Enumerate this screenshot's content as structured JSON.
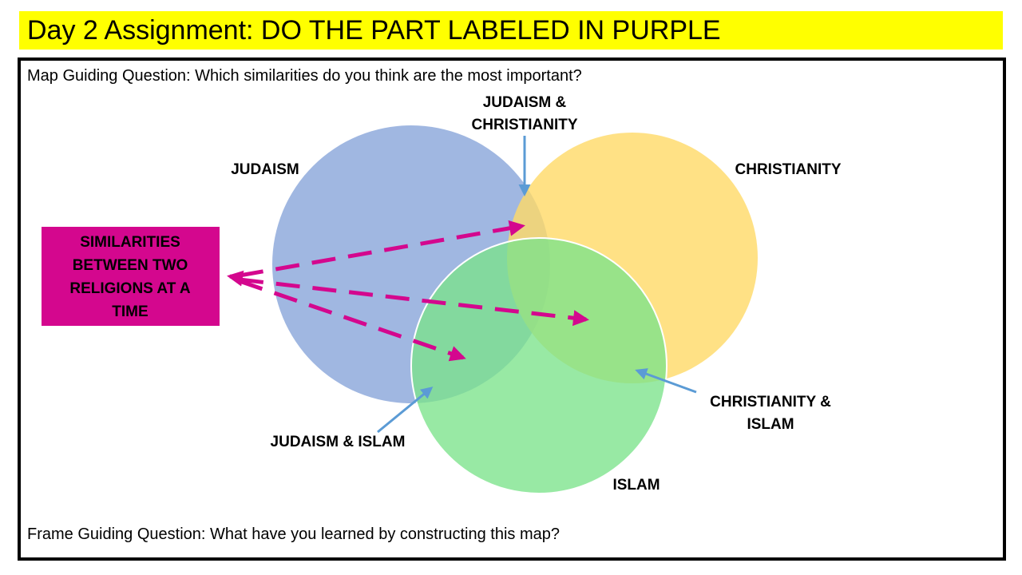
{
  "title": "Day 2 Assignment: DO THE PART LABELED IN PURPLE",
  "map_question": "Map Guiding Question: Which similarities do you think are the most important?",
  "frame_question": "Frame Guiding Question: What have you learned by constructing this map?",
  "circles": {
    "judaism": "JUDAISM",
    "christianity": "CHRISTIANITY",
    "islam": "ISLAM"
  },
  "overlaps": {
    "judaism_christianity": [
      "JUDAISM &",
      "CHRISTIANITY"
    ],
    "judaism_islam": "JUDAISM & ISLAM",
    "christianity_islam": [
      "CHRISTIANITY &",
      "ISLAM"
    ]
  },
  "similarities_box": [
    "SIMILARITIES",
    "BETWEEN TWO",
    "RELIGIONS AT A",
    "TIME"
  ],
  "colors": {
    "title_bg": "#ffff00",
    "judaism_fill": "#8faadc",
    "christianity_fill": "#ffd966",
    "islam_fill": "#7be38a",
    "purple_accent": "#d4078e",
    "pointer_blue": "#5b9bd5"
  }
}
